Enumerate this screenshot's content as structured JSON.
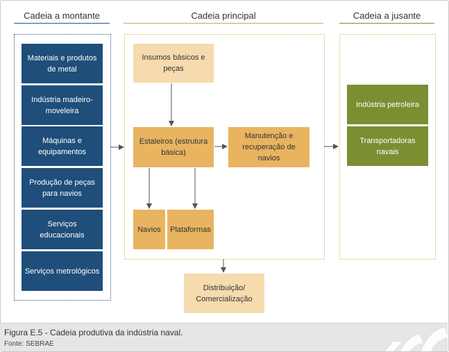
{
  "columns": {
    "upstream": "Cadeia a montante",
    "main": "Cadeia principal",
    "downstream": "Cadeia a jusante"
  },
  "upstream_items": [
    "Materiais e produtos de metal",
    "Indústria madeiro-moveleira",
    "Máquinas e equipamentos",
    "Produção de peças para navios",
    "Serviços educacionais",
    "Serviços metrológicos"
  ],
  "main_nodes": {
    "inputs": "Insumos básicos e peças",
    "shipyards": "Estaleiros (estrutura básica)",
    "maintenance": "Manutenção e recuperação de navios",
    "ships": "Navios",
    "platforms": "Plataformas",
    "distribution": "Distribuição/ Comercialização"
  },
  "downstream_items": [
    "Indústria petroleira",
    "Transportadoras navais"
  ],
  "caption": {
    "title": "Figura E.5 - Cadeia produtiva da indústria naval.",
    "source": "Fonte: SEBRAE"
  },
  "colors": {
    "upstream_box": "#1f4e7a",
    "main_light": "#f5dbae",
    "main_dark": "#e9b460",
    "downstream_box": "#7b8f32"
  }
}
